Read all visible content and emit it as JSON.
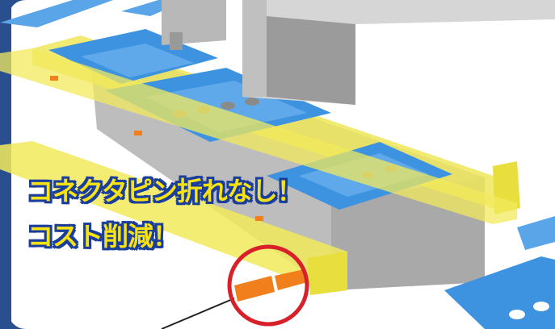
{
  "caption": {
    "line1": "コネクタピン折れなし！",
    "line2": "コスト削減！"
  },
  "colors": {
    "frame_blue": "#2a4f8f",
    "rail_yellow": "#f2ea5c",
    "tray_blue": "#3d93e0",
    "body_gray": "#c6c6c6",
    "pin_orange": "#f07f1c",
    "highlight_circle": "#d8202b",
    "caption_text": "#f7e214",
    "caption_outline": "#1b3e9c"
  },
  "icons": [
    "magnifier-highlight-circle",
    "connector-pin",
    "probe-wire"
  ]
}
